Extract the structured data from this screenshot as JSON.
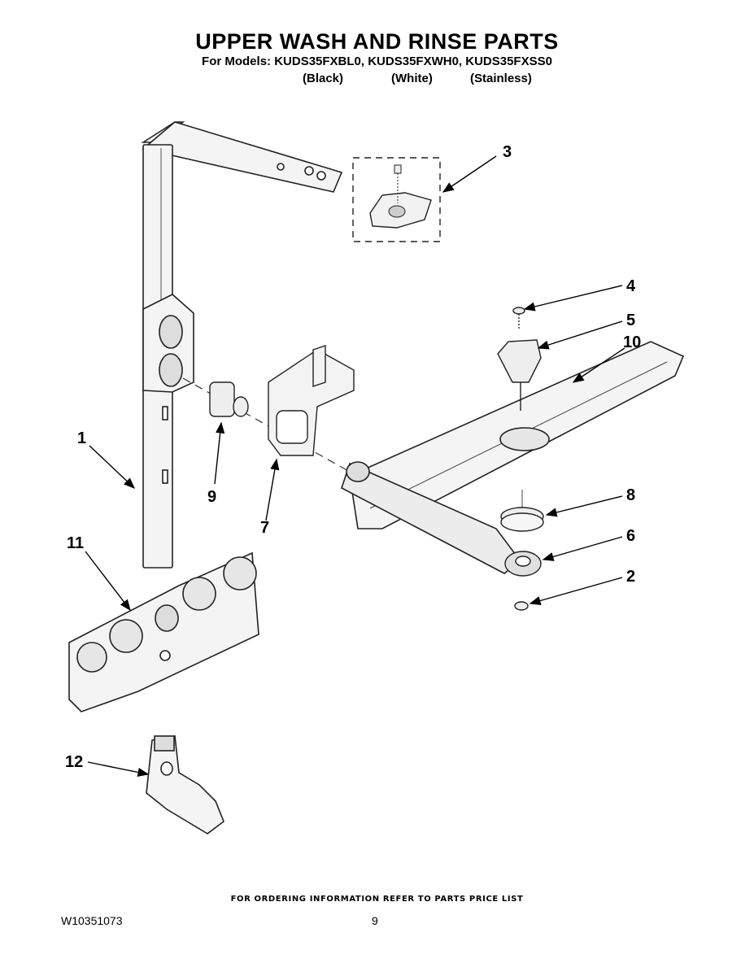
{
  "header": {
    "title": "UPPER WASH AND RINSE PARTS",
    "models_line": "For Models: KUDS35FXBL0, KUDS35FXWH0, KUDS35FXSS0",
    "variants": [
      "(Black)",
      "(White)",
      "(Stainless)"
    ]
  },
  "callouts": {
    "c1": "1",
    "c2": "2",
    "c3": "3",
    "c4": "4",
    "c5": "5",
    "c6": "6",
    "c7": "7",
    "c8": "8",
    "c9": "9",
    "c10": "10",
    "c11": "11",
    "c12": "12"
  },
  "footer": {
    "ordering_note": "FOR ORDERING INFORMATION REFER TO PARTS PRICE LIST",
    "document_number": "W10351073",
    "page_number": "9"
  }
}
